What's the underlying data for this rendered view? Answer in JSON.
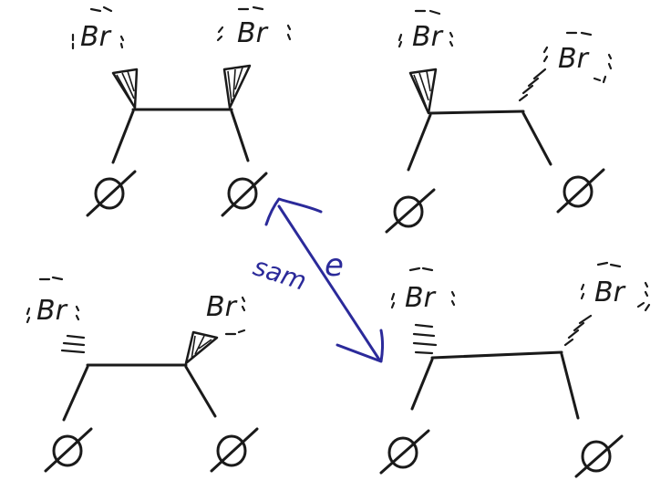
{
  "labels": {
    "bromine": "Br",
    "phenyl": "Ø",
    "annotation_part1": "sam",
    "annotation_part2": "e"
  },
  "colors": {
    "ink": "#1a1a1a",
    "annotation": "#2b2a9a",
    "background": "#ffffff"
  }
}
